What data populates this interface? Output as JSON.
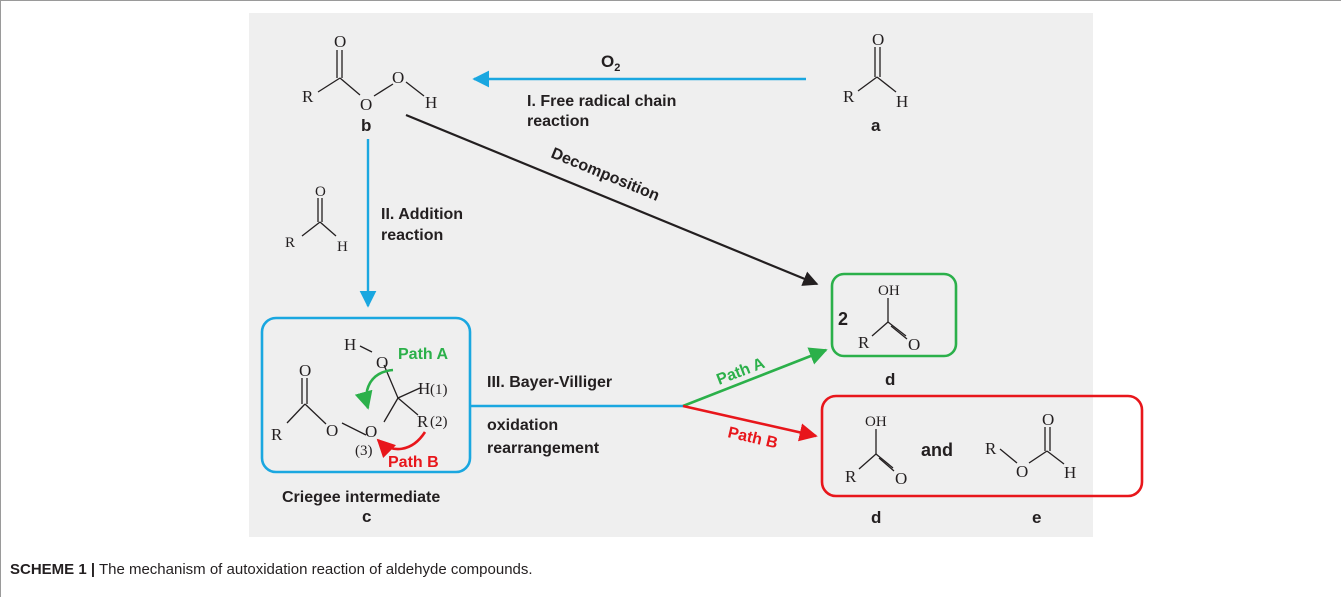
{
  "caption": {
    "label": "SCHEME 1 |",
    "text": " The mechanism of autoxidation reaction of aldehyde compounds."
  },
  "labels": {
    "a": "a",
    "b": "b",
    "c": "c",
    "d1": "d",
    "d2": "d",
    "e": "e",
    "criegee": "Criegee intermediate",
    "o2": "O",
    "o2_sub": "2",
    "step1_line1": "I. Free radical chain",
    "step1_line2": "reaction",
    "step2_line1": "II. Addition",
    "step2_line2": "reaction",
    "decomposition": "Decomposition",
    "step3_line1": "III. Bayer-Villiger",
    "step3_line2": "oxidation",
    "step3_line3": "rearrangement",
    "path_a_arrow": "Path A",
    "path_b_arrow": "Path B",
    "path_a_inner": "Path A",
    "path_b_inner": "Path B",
    "coef_2": "2",
    "and": "and",
    "pos1": "(1)",
    "pos2": "(2)",
    "pos3": "(3)"
  },
  "atoms": {
    "R": "R",
    "O": "O",
    "H": "H",
    "OH": "OH"
  },
  "colors": {
    "background": "#efefef",
    "blue": "#1aa7e0",
    "green": "#2bb04a",
    "red": "#e8161b",
    "black": "#231f20"
  }
}
